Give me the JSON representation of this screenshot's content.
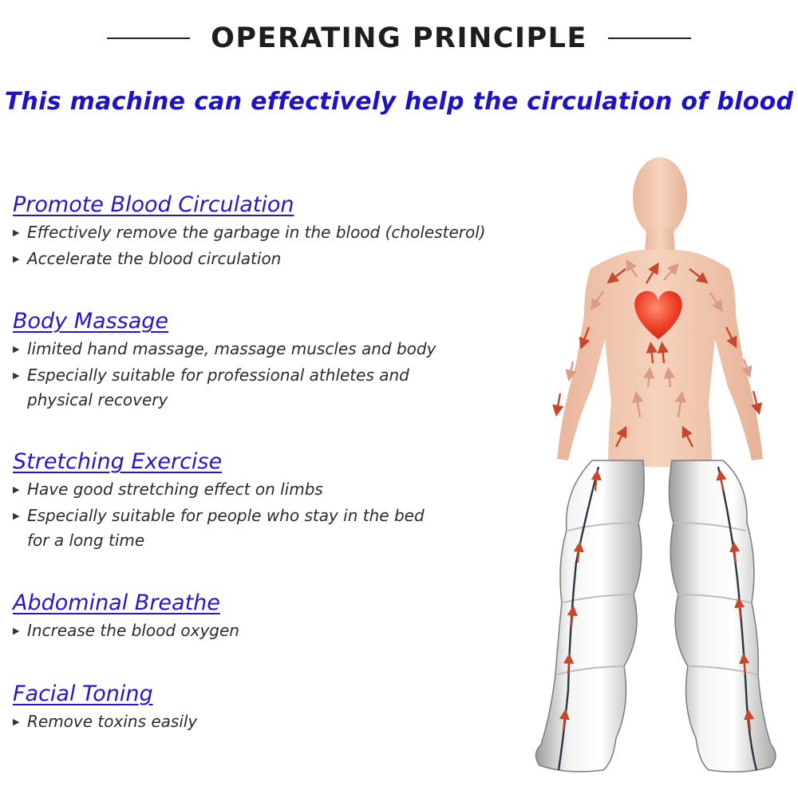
{
  "header": {
    "title": "OPERATING PRINCIPLE",
    "subtitle": "This machine can effectively help the circulation of blood"
  },
  "sections": [
    {
      "heading": "Promote Blood Circulation",
      "bullets": [
        {
          "line1": "Effectively remove the garbage in the blood (cholesterol)",
          "line2": ""
        },
        {
          "line1": "Accelerate the blood circulation",
          "line2": ""
        }
      ]
    },
    {
      "heading": "Body Massage",
      "bullets": [
        {
          "line1": "limited hand massage, massage muscles and body",
          "line2": ""
        },
        {
          "line1": "Especially suitable for professional athletes and",
          "line2": "physical recovery"
        }
      ]
    },
    {
      "heading": "Stretching Exercise",
      "bullets": [
        {
          "line1": "Have good stretching effect on limbs",
          "line2": ""
        },
        {
          "line1": "Especially suitable for people who stay in the bed",
          "line2": "for a long time"
        }
      ]
    },
    {
      "heading": "Abdominal Breathe",
      "bullets": [
        {
          "line1": "Increase the blood oxygen",
          "line2": ""
        }
      ]
    },
    {
      "heading": "Facial Toning",
      "bullets": [
        {
          "line1": "Remove toxins easily",
          "line2": ""
        }
      ]
    }
  ],
  "figure": {
    "icon": "human-body-circulation-illustration",
    "heart_icon": "heart-icon",
    "skin_color": "#f2c6ad",
    "heart_color": "#e8301f",
    "arrow_color": "#c8462a",
    "sleeve_color": "#e4e4e4"
  },
  "colors": {
    "title": "#1e1e1e",
    "accent_blue": "#1c12c8",
    "body_text": "#2b2b2b"
  }
}
